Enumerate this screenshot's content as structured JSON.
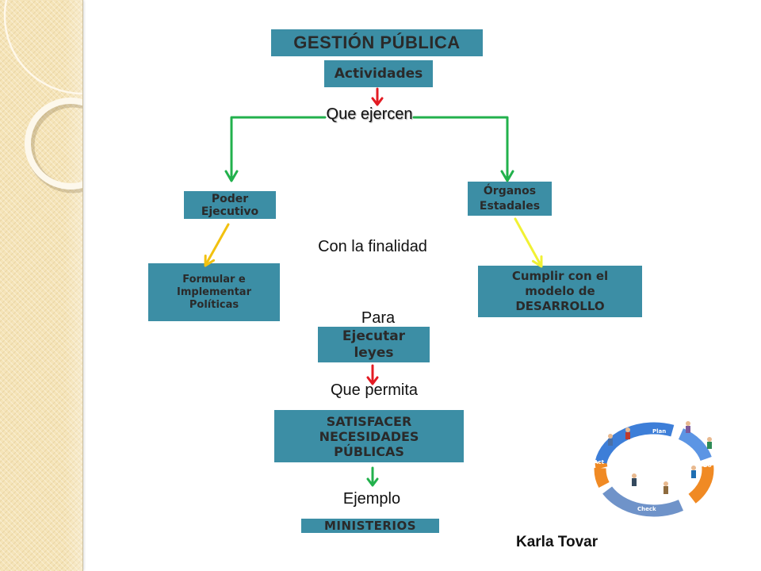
{
  "slide": {
    "title": "GESTIÓN PÚBLICA",
    "activities": "Actividades",
    "link_exercise": "Que ejercen",
    "executive_power": "Poder\nEjecutivo",
    "state_organs": "Órganos\nEstadales",
    "link_purpose": "Con la finalidad",
    "formulate_policies": "Formular e\nImplementar\nPolíticas",
    "development_model": "Cumplir con el\nmodelo de\nDESARROLLO",
    "link_for": "Para",
    "execute_laws": "Ejecutar\nleyes",
    "link_allow": "Que permita",
    "public_needs": "SATISFACER\nNECESIDADES\nPÚBLICAS",
    "link_example": "Ejemplo",
    "ministries": "MINISTERIOS",
    "author": "Karla Tovar"
  },
  "pdca_image": {
    "plan": "Plan",
    "do": "Do",
    "check": "Check",
    "act": "Act"
  },
  "colors": {
    "box_fill": "#3c8ea5",
    "box_text": "#2a2a2a",
    "link_text": "#111111",
    "red_arrow": "#e31b23",
    "green_arrow": "#22b14c",
    "yellow_left": "#f2c10f",
    "yellow_right": "#f1f134",
    "strip_bg": "#f5e4b8",
    "pdca_blue": "#3d7ed8",
    "pdca_orange": "#f08a24"
  },
  "icons": {
    "connector": "arrow-down-icon",
    "cycle": "pdca-cycle-icon"
  }
}
